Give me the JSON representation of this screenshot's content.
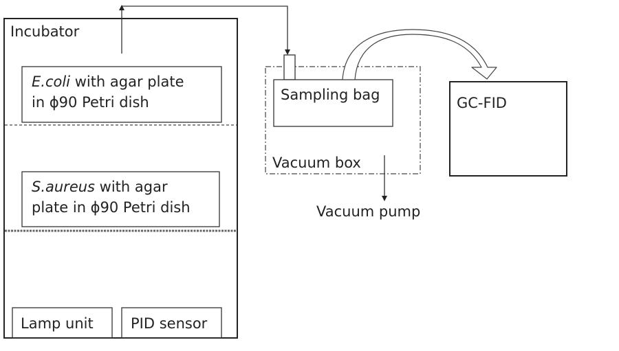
{
  "diagram": {
    "incubator": {
      "label": "Incubator",
      "ecoli_box": {
        "species": "E.coli",
        "line1_rest": " with agar plate",
        "line2": "in ϕ90 Petri dish"
      },
      "saureus_box": {
        "species": "S.aureus",
        "line1_rest": " with agar",
        "line2": "plate in ϕ90 Petri dish"
      },
      "lamp_unit": "Lamp unit",
      "pid_sensor": "PID sensor"
    },
    "vacuum_box": {
      "label": "Vacuum box",
      "sampling_bag": "Sampling bag"
    },
    "vacuum_pump": "Vacuum pump",
    "gc_fid": "GC-FID"
  },
  "colors": {
    "stroke": "#222222",
    "text": "#222222",
    "background": "#ffffff"
  }
}
